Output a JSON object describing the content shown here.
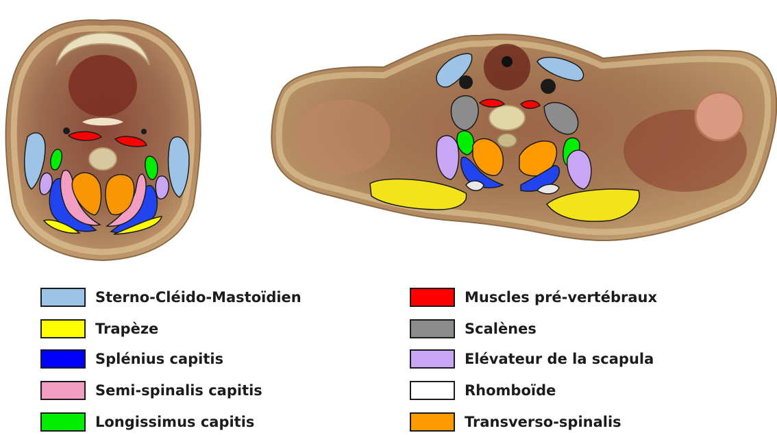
{
  "legend": {
    "left": [
      {
        "label": "Sterno-Cléido-Mastoïdien",
        "color": "#9dc3e6"
      },
      {
        "label": "Trapèze",
        "color": "#ffff00"
      },
      {
        "label": "Splénius capitis",
        "color": "#0000ff"
      },
      {
        "label": "Semi-spinalis capitis",
        "color": "#f29ec3"
      },
      {
        "label": "Longissimus capitis",
        "color": "#00ee00"
      }
    ],
    "right": [
      {
        "label": "Muscles pré-vertébraux",
        "color": "#ff0000"
      },
      {
        "label": "Scalènes",
        "color": "#8c8c8c"
      },
      {
        "label": "Elévateur de la scapula",
        "color": "#c9a6f3"
      },
      {
        "label": "Rhomboïde",
        "color": "#ffffff"
      },
      {
        "label": "Transverso-spinalis",
        "color": "#ff9900"
      }
    ]
  }
}
